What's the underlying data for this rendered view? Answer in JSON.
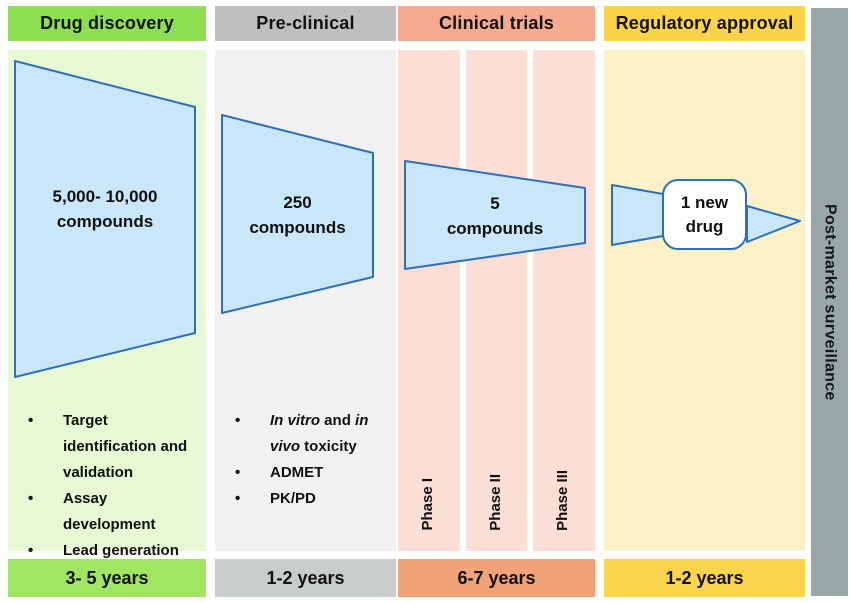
{
  "figure": {
    "title": "Drug development pipeline funnel diagram",
    "stages": [
      {
        "id": "drug-discovery",
        "header": "Drug discovery",
        "duration": "3- 5 years",
        "funnel": {
          "line1": "5,000- 10,000",
          "line2": "compounds"
        },
        "bullets": [
          {
            "lines": [
              [
                {
                  "t": "Target",
                  "i": 0
                }
              ],
              [
                {
                  "t": "identification and",
                  "i": 0
                }
              ],
              [
                {
                  "t": "validation",
                  "i": 0
                }
              ]
            ]
          },
          {
            "lines": [
              [
                {
                  "t": "Assay",
                  "i": 0
                }
              ],
              [
                {
                  "t": "development",
                  "i": 0
                }
              ]
            ]
          },
          {
            "lines": [
              [
                {
                  "t": "Lead generation",
                  "i": 0
                }
              ]
            ]
          }
        ]
      },
      {
        "id": "pre-clinical",
        "header": "Pre-clinical",
        "duration": "1-2 years",
        "funnel": {
          "line1": "250",
          "line2": "compounds"
        },
        "bullets": [
          {
            "lines": [
              [
                {
                  "t": "In vitro",
                  "i": 1
                },
                {
                  "t": " and ",
                  "i": 0
                },
                {
                  "t": "in",
                  "i": 1
                }
              ],
              [
                {
                  "t": "vivo",
                  "i": 1
                },
                {
                  "t": " toxicity",
                  "i": 0
                }
              ]
            ]
          },
          {
            "lines": [
              [
                {
                  "t": "ADMET",
                  "i": 0
                }
              ]
            ]
          },
          {
            "lines": [
              [
                {
                  "t": "PK/PD",
                  "i": 0
                }
              ]
            ]
          }
        ]
      },
      {
        "id": "clinical-trials",
        "header": "Clinical trials",
        "duration": "6-7 years",
        "funnel": {
          "line1": "5",
          "line2": "compounds"
        },
        "phases": [
          "Phase I",
          "Phase II",
          "Phase III"
        ]
      },
      {
        "id": "regulatory-approval",
        "header": "Regulatory approval",
        "duration": "1-2 years",
        "funnel": {
          "line1": "1 new",
          "line2": "drug"
        }
      }
    ],
    "post_market": {
      "label": "Post-market surveillance"
    },
    "colors": {
      "header_green": "#8EDE51",
      "header_gray": "#BFBFBF",
      "header_salmon": "#F7AB8E",
      "header_yellow": "#FBD347",
      "body_green": "#E6F8D4",
      "body_gray": "#F0F1F0",
      "body_pink": "#FBDFD7",
      "body_yellow": "#FAF1C6",
      "footer_green": "#A0E663",
      "footer_gray": "#C8CCCA",
      "footer_orange": "#F2A277",
      "footer_yellow": "#FBD44E",
      "funnel_fill": "#C9E7F8",
      "funnel_stroke": "#2E6FB8",
      "post_market_bar": "#99A7A7",
      "text": "#111111"
    }
  }
}
